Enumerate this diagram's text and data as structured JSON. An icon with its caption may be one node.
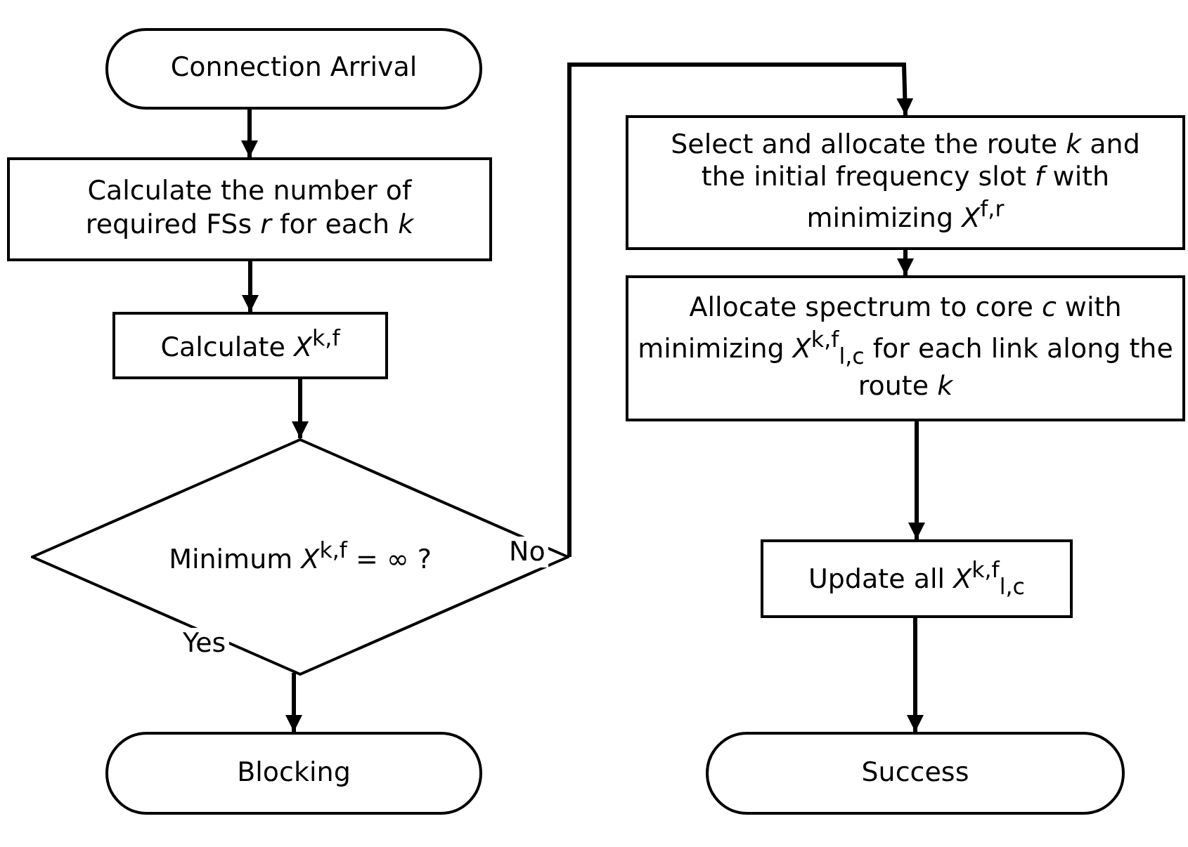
{
  "diagram": {
    "nodes": [
      {
        "text": [
          "Connection Arrival"
        ]
      },
      {
        "text": [
          "Calculate the number of required FSs *r* for each *k*"
        ]
      },
      {
        "text": [
          "Calculate *X*$^{k,f}$"
        ]
      },
      {
        "text": [
          "Minimum *X*$^{k,f}$ = ∞ ?"
        ]
      },
      {
        "text": [
          "Blocking"
        ]
      },
      {
        "text": [
          "Select and allocate the route *k* and the initial frequency slot *f* with minimizing *X*$^{f,r}$"
        ]
      },
      {
        "text": [
          "Allocate spectrum to core *c* with minimizing *X*$^{k,f}$$_{l,c}$ for each link along the route *k*"
        ]
      },
      {
        "text": [
          "Update all *X*$^{k,f}$$_{l,c}$"
        ]
      },
      {
        "text": [
          "Success"
        ]
      }
    ],
    "edges": [
      {
        "from": 0,
        "to": 1,
        "arrow": "to"
      },
      {
        "from": 1,
        "to": 2,
        "arrow": "to"
      },
      {
        "from": 2,
        "to": 3,
        "arrow": "to"
      },
      {
        "from": 3,
        "to": 4,
        "arrow": "to",
        "label": "Yes"
      },
      {
        "from": 3,
        "to": 5,
        "arrow": "to",
        "label": "No"
      },
      {
        "from": 5,
        "to": 6,
        "arrow": "to"
      },
      {
        "from": 6,
        "to": 7,
        "arrow": "to"
      },
      {
        "from": 7,
        "to": 8,
        "arrow": "to"
      }
    ]
  }
}
